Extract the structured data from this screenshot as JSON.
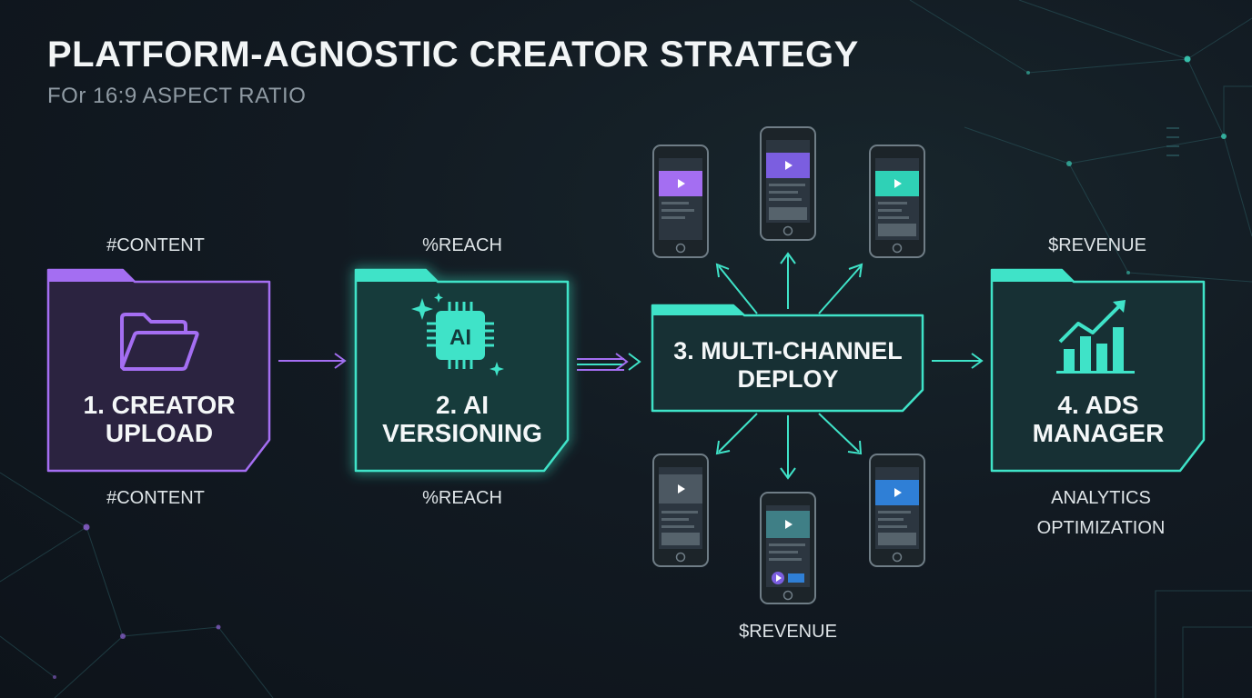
{
  "header": {
    "title": "PLATFORM-AGNOSTIC CREATOR STRATEGY",
    "subtitle": "FOr 16:9 ASPECT RATIO"
  },
  "tags": {
    "content_top": "#CONTENT",
    "content_bottom": "#CONTENT",
    "reach_top": "%REACH",
    "reach_bottom": "%REACH",
    "revenue_top": "$REVENUE",
    "revenue_bottom": "$REVENUE",
    "analytics": "ANALYTICS",
    "optimization": "OPTIMIZATION"
  },
  "steps": [
    {
      "line1": "1. CREATOR",
      "line2": "UPLOAD"
    },
    {
      "line1": "2. AI",
      "line2": "VERSIONING"
    },
    {
      "line1": "3. MULTI-CHANNEL",
      "line2": "DEPLOY"
    },
    {
      "line1": "4. ADS",
      "line2": "MANAGER"
    }
  ],
  "icons": {
    "step1": "folder-open-icon",
    "step2": "ai-chip-icon",
    "step2_text": "AI",
    "step4": "bar-chart-growth-icon"
  },
  "colors": {
    "purple": "#a46ef2",
    "teal": "#3fe3c8",
    "blue": "#2f7fd6",
    "phone_frame": "#6f7d86"
  }
}
